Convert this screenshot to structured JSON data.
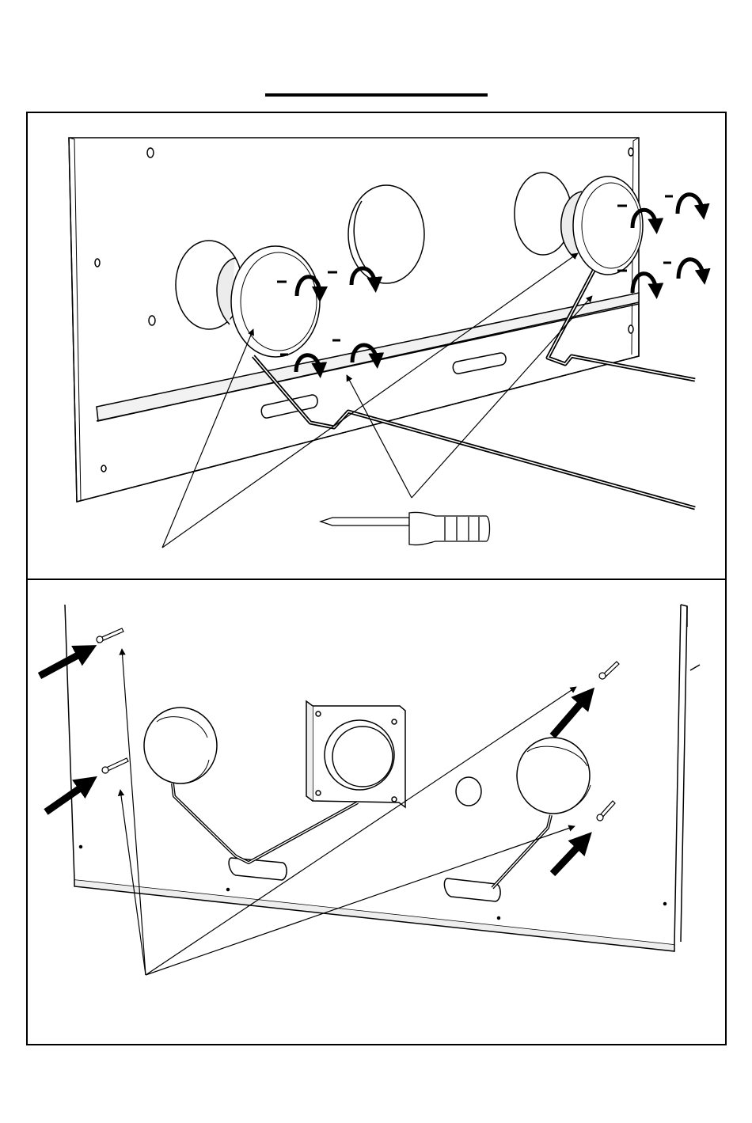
{
  "document": {
    "type": "assembly-instruction-illustration",
    "heading_text": "",
    "panels": [
      {
        "id": "step-1",
        "depicts": [
          "burner-panel",
          "two-burners",
          "gas-tubes",
          "eight-screws",
          "screwdriver"
        ],
        "rotation_arrow_count": 8
      },
      {
        "id": "step-2",
        "depicts": [
          "burner-panel-rear",
          "two-burners",
          "square-venturi-plate",
          "four-screws"
        ],
        "pointer_arrow_count": 4
      }
    ],
    "colors": {
      "ink": "#000000",
      "paper": "#ffffff",
      "shade": "#e6e6e6"
    }
  }
}
